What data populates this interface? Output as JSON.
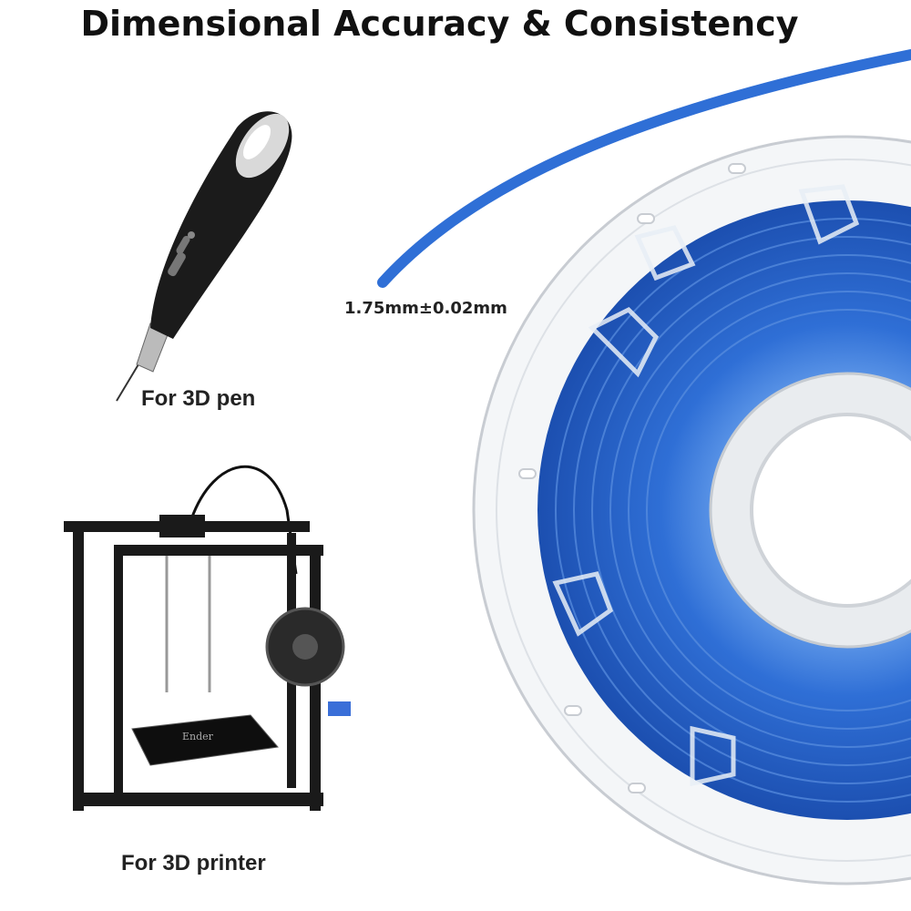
{
  "title": "Dimensional Accuracy & Consistency",
  "spec_label": "1.75mm±0.02mm",
  "captions": {
    "pen": "For 3D pen",
    "printer": "For 3D printer"
  },
  "printer_brand": "Ender",
  "colors": {
    "filament": "#2f6fd6",
    "filament_dark": "#1c4fb0",
    "frame": "#1a1a1a"
  }
}
